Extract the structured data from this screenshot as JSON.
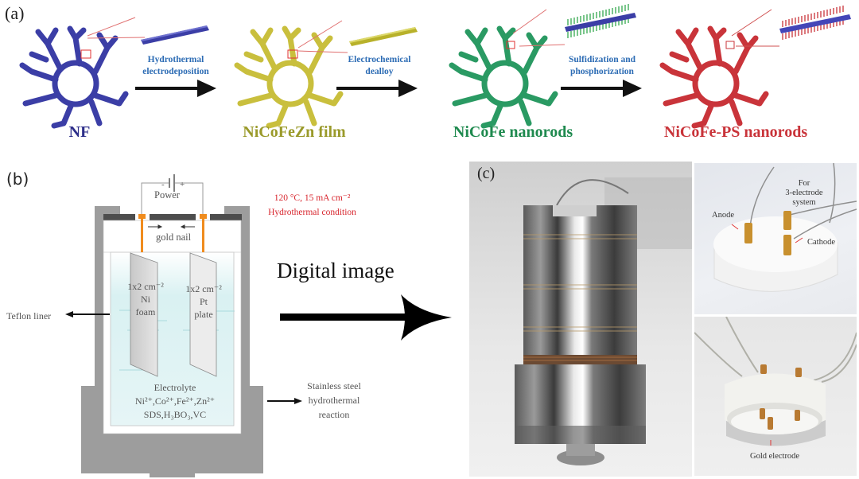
{
  "panel_a": {
    "label": "(a)",
    "materials": [
      {
        "name": "NF",
        "color": "#3b3ea6"
      },
      {
        "name": "NiCoFeZn film",
        "color": "#c9bf3d"
      },
      {
        "name": "NiCoFe nanorods",
        "color": "#2a9a63"
      },
      {
        "name": "NiCoFe-PS nanorods",
        "color": "#c9343a"
      }
    ],
    "label_colors": [
      "#2e2f8a",
      "#9a9a2a",
      "#1f8a4f",
      "#c9343a"
    ],
    "steps": [
      {
        "line1": "Hydrothermal",
        "line2": "electrodeposition"
      },
      {
        "line1": "Electrochemical",
        "line2": "dealloy"
      },
      {
        "line1": "Sulfidization and",
        "line2": "phosphorization"
      }
    ]
  },
  "panel_b": {
    "label": "(b)",
    "power_label": "Power",
    "polarity_minus": "-",
    "polarity_plus": "+",
    "gold_nail_label": "gold nail",
    "condition_line1": "120 °C, 15 mA cm⁻²",
    "condition_line2": "Hydrothermal condition",
    "electrode_left": {
      "size": "1x2 cm⁻²",
      "line2": "Ni",
      "line3": "foam"
    },
    "electrode_right": {
      "size": "1x2 cm⁻²",
      "line2": "Pt",
      "line3": "plate"
    },
    "electrolyte_title": "Electrolyte",
    "electrolyte_ions": "Ni²⁺,Co²⁺,Fe²⁺,Zn²⁺",
    "electrolyte_additives": "SDS,H₃BO₃,VC",
    "teflon_label": "Teflon liner",
    "steel_line1": "Stainless steel",
    "steel_line2": "hydrothermal",
    "steel_line3": "reaction"
  },
  "middle": {
    "digital_image_label": "Digital image"
  },
  "panel_c": {
    "label": "(c)",
    "anode_label": "Anode",
    "cathode_label": "Cathode",
    "three_electrode_line1": "For",
    "three_electrode_line2": "3-electrode",
    "three_electrode_line3": "system",
    "gold_electrode_label": "Gold electrode"
  }
}
